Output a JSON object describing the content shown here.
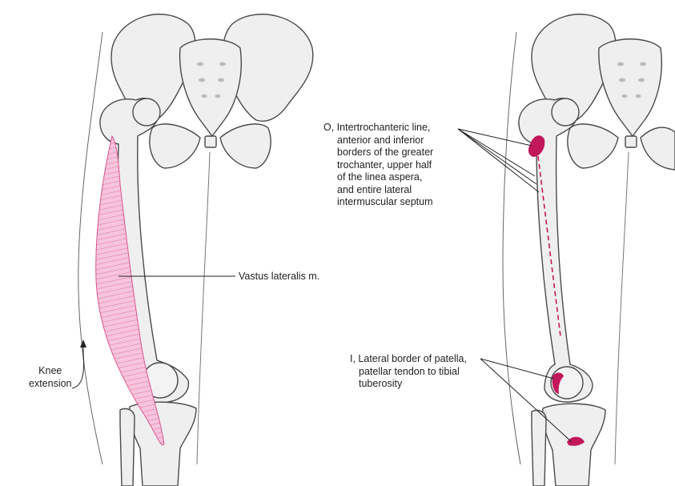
{
  "labels": {
    "muscle": "Vastus lateralis m.",
    "action": [
      "Knee",
      "extension"
    ],
    "origin": [
      "O, Intertrochanteric line,",
      "anterior and inferior",
      "borders of the greater",
      "trochanter, upper half",
      "of the linea aspera,",
      "and entire lateral",
      "intermuscular septum"
    ],
    "insertion": [
      "I, Lateral border of patella,",
      "patellar tendon to tibial",
      "tuberosity"
    ]
  },
  "colors": {
    "bone_fill": "#efefef",
    "bone_outline": "#4a4a4a",
    "muscle": "#e58ab8",
    "attachment": "#c2185b",
    "leader_line": "#222222"
  }
}
